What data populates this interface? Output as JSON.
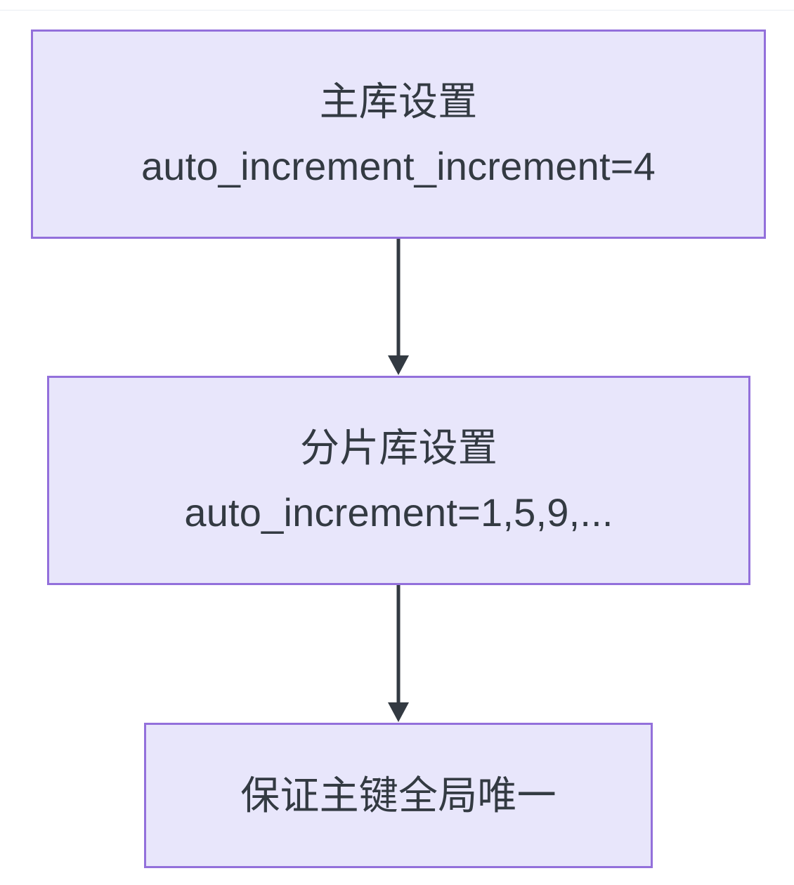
{
  "diagram": {
    "type": "flowchart",
    "direction": "top-to-bottom",
    "title": "",
    "theme": {
      "node_fill": "#e8e6fb",
      "node_border": "#9370db",
      "text_color": "#333a42",
      "edge_color": "#333a42",
      "background": "#ffffff",
      "rule_color": "#e9edf2"
    },
    "nodes": [
      {
        "id": "master",
        "line1": "主库设置",
        "line2": "auto_increment_increment=4"
      },
      {
        "id": "shard",
        "line1": "分片库设置",
        "line2": "auto_increment=1,5,9,..."
      },
      {
        "id": "result",
        "line1": "保证主键全局唯一",
        "line2": ""
      }
    ],
    "edges": [
      {
        "from": "master",
        "to": "shard",
        "label": "",
        "arrow": "triangle"
      },
      {
        "from": "shard",
        "to": "result",
        "label": "",
        "arrow": "triangle"
      }
    ]
  }
}
